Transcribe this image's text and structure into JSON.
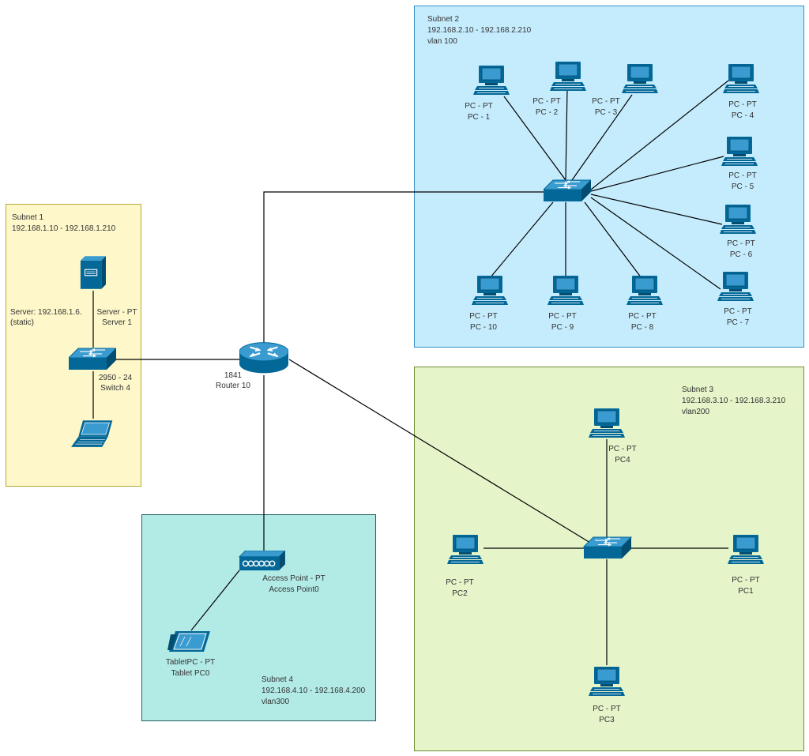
{
  "colors": {
    "device": "#036897",
    "device_dark": "#024d70",
    "device_light": "#3a9bd0",
    "link": "#000000",
    "subnet1_fill": "#fdf7c9",
    "subnet1_stroke": "#b5a83a",
    "subnet2_fill": "#c5ecfd",
    "subnet2_stroke": "#3a8fc7",
    "subnet3_fill": "#e5f4c9",
    "subnet3_stroke": "#6e8f36",
    "subnet4_fill": "#b2eae6",
    "subnet4_stroke": "#2b5f63"
  },
  "subnets": {
    "s1": {
      "name": "Subnet 1",
      "range": "192.168.1.10 - 192.168.1.210",
      "vlan": ""
    },
    "s2": {
      "name": "Subnet 2",
      "range": "192.168.2.10 - 192.168.2.210",
      "vlan": "vlan 100"
    },
    "s3": {
      "name": "Subnet 3",
      "range": "192.168.3.10 - 192.168.3.210",
      "vlan": "vlan200"
    },
    "s4": {
      "name": "Subnet 4",
      "range": "192.168.4.10 - 192.168.4.200",
      "vlan": "vlan300"
    }
  },
  "devices": {
    "server": {
      "type": "Server - PT",
      "name": "Server 1",
      "icon": "server-icon"
    },
    "server_note": {
      "line1": "Server: 192.168.1.6.",
      "line2": "(static)"
    },
    "switch4": {
      "type": "2950 - 24",
      "name": "Switch 4",
      "icon": "switch-icon"
    },
    "laptop": {
      "icon": "laptop-icon"
    },
    "router": {
      "type": "1841",
      "name": "Router 10",
      "icon": "router-icon"
    },
    "switch2": {
      "icon": "switch-icon"
    },
    "switch3": {
      "icon": "switch-icon"
    },
    "ap": {
      "type": "Access Point - PT",
      "name": "Access Point0",
      "icon": "access-point-icon"
    },
    "tablet": {
      "type": "TabletPC - PT",
      "name": "Tablet PC0",
      "icon": "tablet-icon"
    },
    "s2pcs": [
      {
        "type": "PC - PT",
        "name": "PC - 1"
      },
      {
        "type": "PC - PT",
        "name": "PC - 2"
      },
      {
        "type": "PC - PT",
        "name": "PC - 3"
      },
      {
        "type": "PC - PT",
        "name": "PC - 4"
      },
      {
        "type": "PC - PT",
        "name": "PC - 5"
      },
      {
        "type": "PC - PT",
        "name": "PC - 6"
      },
      {
        "type": "PC - PT",
        "name": "PC - 7"
      },
      {
        "type": "PC - PT",
        "name": "PC - 8"
      },
      {
        "type": "PC - PT",
        "name": "PC - 9"
      },
      {
        "type": "PC - PT",
        "name": "PC - 10"
      }
    ],
    "s3pcs": [
      {
        "type": "PC - PT",
        "name": "PC4"
      },
      {
        "type": "PC - PT",
        "name": "PC2"
      },
      {
        "type": "PC - PT",
        "name": "PC1"
      },
      {
        "type": "PC - PT",
        "name": "PC3"
      }
    ]
  }
}
